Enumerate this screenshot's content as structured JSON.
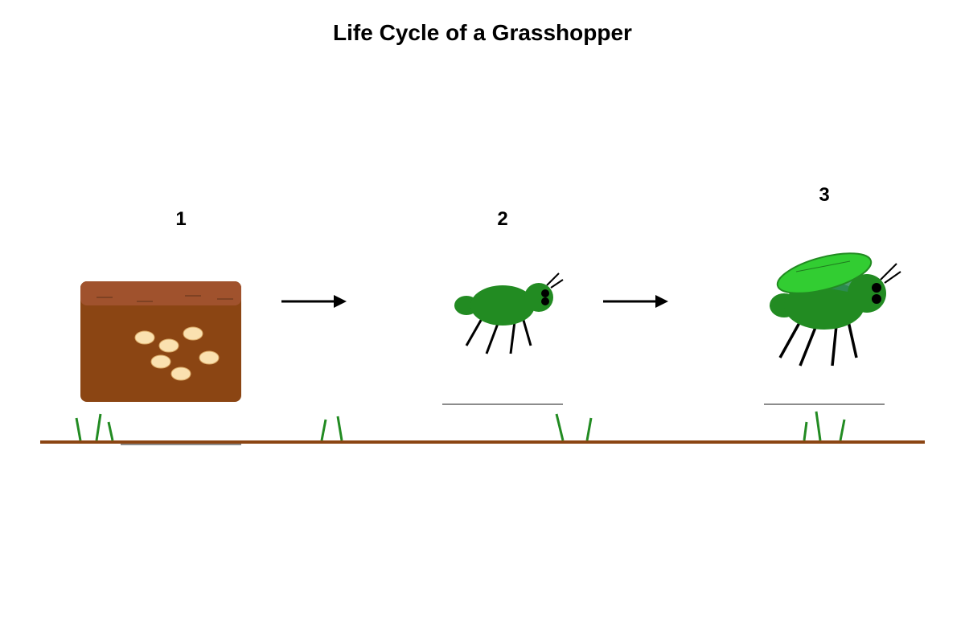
{
  "title": "Life Cycle of a Grasshopper",
  "stages": [
    {
      "number": "1",
      "icon": "egg-pod-icon"
    },
    {
      "number": "2",
      "icon": "nymph-icon"
    },
    {
      "number": "3",
      "icon": "adult-grasshopper-icon"
    }
  ],
  "colors": {
    "soil": "#8B4513",
    "soil_top": "#A0522D",
    "egg": "#FAE1B0",
    "body": "#228B22",
    "wing": "#32CD32",
    "grass": "#228B22",
    "ground": "#8B4513"
  }
}
